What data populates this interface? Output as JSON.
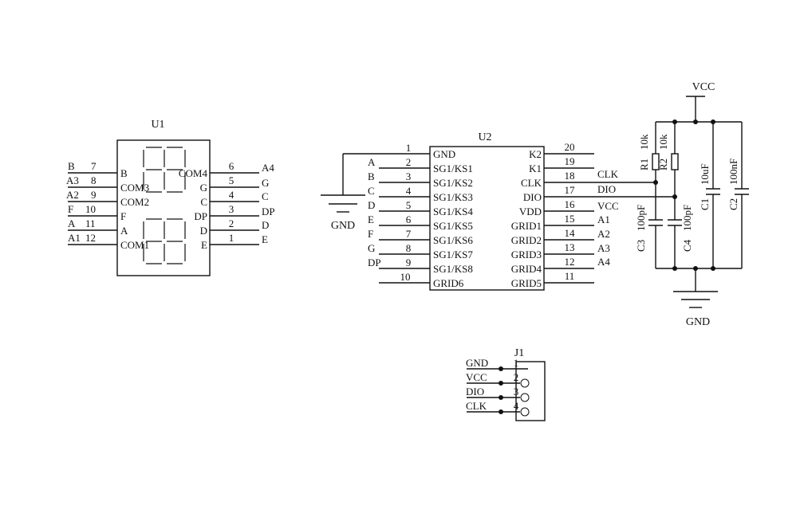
{
  "u1": {
    "ref": "U1",
    "left_pins": [
      {
        "net": "B",
        "num": "7",
        "name": "B"
      },
      {
        "net": "A3",
        "num": "8",
        "name": "COM3"
      },
      {
        "net": "A2",
        "num": "9",
        "name": "COM2"
      },
      {
        "net": "F",
        "num": "10",
        "name": "F"
      },
      {
        "net": "A",
        "num": "11",
        "name": "A"
      },
      {
        "net": "A1",
        "num": "12",
        "name": "COM1"
      }
    ],
    "right_pins": [
      {
        "name": "COM4",
        "num": "6",
        "net": "A4"
      },
      {
        "name": "G",
        "num": "5",
        "net": "G"
      },
      {
        "name": "C",
        "num": "4",
        "net": "C"
      },
      {
        "name": "DP",
        "num": "3",
        "net": "DP"
      },
      {
        "name": "D",
        "num": "2",
        "net": "D"
      },
      {
        "name": "E",
        "num": "1",
        "net": "E"
      }
    ]
  },
  "u2": {
    "ref": "U2",
    "left_pins": [
      {
        "net": "",
        "num": "1",
        "name": "GND"
      },
      {
        "net": "A",
        "num": "2",
        "name": "SG1/KS1"
      },
      {
        "net": "B",
        "num": "3",
        "name": "SG1/KS2"
      },
      {
        "net": "C",
        "num": "4",
        "name": "SG1/KS3"
      },
      {
        "net": "D",
        "num": "5",
        "name": "SG1/KS4"
      },
      {
        "net": "E",
        "num": "6",
        "name": "SG1/KS5"
      },
      {
        "net": "F",
        "num": "7",
        "name": "SG1/KS6"
      },
      {
        "net": "G",
        "num": "8",
        "name": "SG1/KS7"
      },
      {
        "net": "DP",
        "num": "9",
        "name": "SG1/KS8"
      },
      {
        "net": "",
        "num": "10",
        "name": "GRID6"
      }
    ],
    "right_pins": [
      {
        "name": "K2",
        "num": "20",
        "net": ""
      },
      {
        "name": "K1",
        "num": "19",
        "net": ""
      },
      {
        "name": "CLK",
        "num": "18",
        "net": "CLK"
      },
      {
        "name": "DIO",
        "num": "17",
        "net": "DIO"
      },
      {
        "name": "VDD",
        "num": "16",
        "net": "VCC"
      },
      {
        "name": "GRID1",
        "num": "15",
        "net": "A1"
      },
      {
        "name": "GRID2",
        "num": "14",
        "net": "A2"
      },
      {
        "name": "GRID3",
        "num": "13",
        "net": "A3"
      },
      {
        "name": "GRID4",
        "num": "12",
        "net": "A4"
      },
      {
        "name": "GRID5",
        "num": "11",
        "net": ""
      }
    ],
    "gnd_label": "GND"
  },
  "power": {
    "vcc_label": "VCC",
    "gnd_label": "GND",
    "r1": {
      "ref": "R1",
      "value": "10k"
    },
    "r2": {
      "ref": "R2",
      "value": "10k"
    },
    "c1": {
      "ref": "C1",
      "value": "10uF"
    },
    "c2": {
      "ref": "C2",
      "value": "100nF"
    },
    "c3": {
      "ref": "C3",
      "value": "100pF"
    },
    "c4": {
      "ref": "C4",
      "value": "100pF"
    }
  },
  "j1": {
    "ref": "J1",
    "pins": [
      {
        "net": "GND",
        "num": "1"
      },
      {
        "net": "VCC",
        "num": "2"
      },
      {
        "net": "DIO",
        "num": "3"
      },
      {
        "net": "CLK",
        "num": "4"
      }
    ]
  }
}
